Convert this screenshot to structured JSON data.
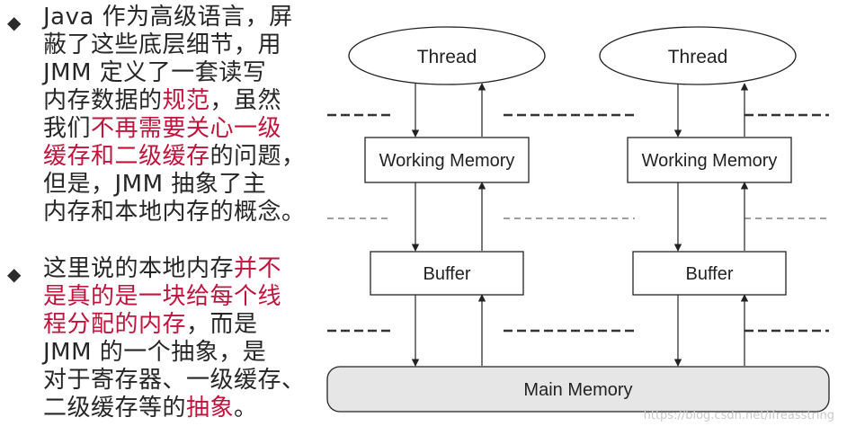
{
  "text_panel": {
    "bullet_glyph": "◆",
    "para1": {
      "line1": "Java 作为高级语言，屏",
      "line2": "蔽了这些底层细节，用",
      "line3": "JMM 定义了一套读写",
      "line4_pre": "内存数据的",
      "line4_hl": "规范",
      "line4_post": "，虽然",
      "line5_pre": "我们",
      "line5_hl": "不再需要关心一级",
      "line6_hl": "缓存和二级缓存",
      "line6_post": "的问题，",
      "line7": "但是，JMM 抽象了主",
      "line8": "内存和本地内存的概念。"
    },
    "para2": {
      "line1_pre": "这里说的本地内存",
      "line1_hl": "并不",
      "line2_hl": "是真的是一块给每个线",
      "line3_hl": "程分配的内存",
      "line3_post": "，而是",
      "line4": "JMM 的一个抽象，是",
      "line5": "对于寄存器、一级缓存、",
      "line6_pre": "二级缓存等的",
      "line6_hl": "抽象",
      "line6_post": "。"
    },
    "highlight_color": "#c0143c"
  },
  "diagram": {
    "left_column": {
      "thread": "Thread",
      "working_memory": "Working Memory",
      "buffer": "Buffer"
    },
    "right_column": {
      "thread": "Thread",
      "working_memory": "Working Memory",
      "buffer": "Buffer"
    },
    "main_memory": "Main Memory"
  },
  "watermark": "https://blog.csdn.net/ifreasstring"
}
